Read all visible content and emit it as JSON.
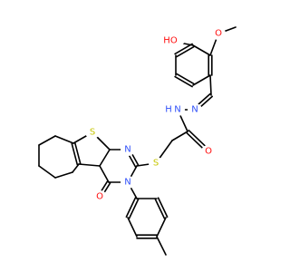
{
  "colors": {
    "O": "#ff0d0d",
    "N": "#3050f8",
    "S": "#c6c600"
  },
  "atoms": {
    "ho": "HO",
    "o_methoxy": "O",
    "n_amide": "N",
    "h_amide": "H",
    "n_imine": "N",
    "o_amide": "O",
    "s_thioether": "S",
    "s_thiophene": "S",
    "n_ring_upper": "N",
    "n_ring_lower": "N",
    "o_ketone": "O"
  }
}
